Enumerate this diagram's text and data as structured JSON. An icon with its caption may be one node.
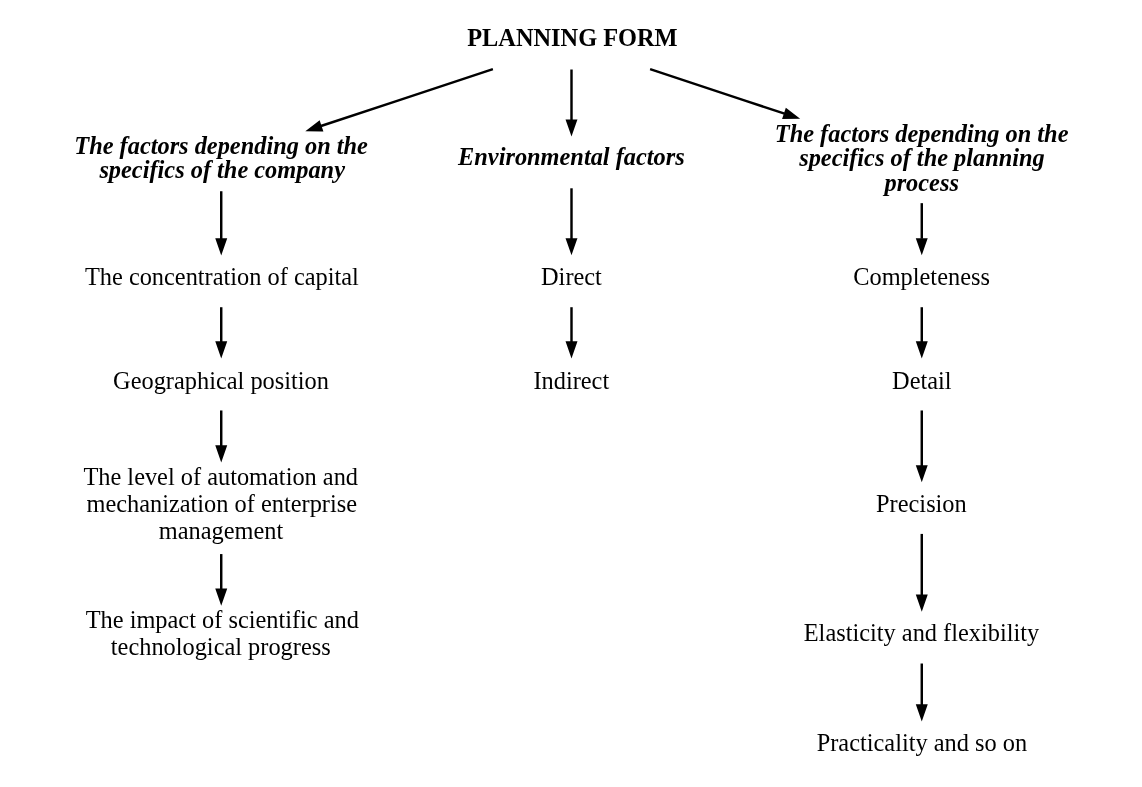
{
  "diagram": {
    "nodes": [
      {
        "text": [
          "PLANNING FORM"
        ]
      },
      {
        "text": [
          "The factors depending on the specifics of the company"
        ]
      },
      {
        "text": [
          "Environmental factors"
        ]
      },
      {
        "text": [
          "The factors depending on the specifics of the planning process"
        ]
      },
      {
        "text": [
          "The concentration of capital"
        ]
      },
      {
        "text": [
          "Geographical position"
        ]
      },
      {
        "text": [
          "The level of automation and mechanization of enterprise management"
        ]
      },
      {
        "text": [
          "The impact of scientific and technological progress"
        ]
      },
      {
        "text": [
          "Direct"
        ]
      },
      {
        "text": [
          "Indirect"
        ]
      },
      {
        "text": [
          "Completeness"
        ]
      },
      {
        "text": [
          "Detail"
        ]
      },
      {
        "text": [
          "Precision"
        ]
      },
      {
        "text": [
          "Elasticity and flexibility"
        ]
      },
      {
        "text": [
          "Practicality and so on"
        ]
      }
    ],
    "edges": [
      {
        "from": 0,
        "to": 1,
        "arrow": "to"
      },
      {
        "from": 0,
        "to": 2,
        "arrow": "to"
      },
      {
        "from": 0,
        "to": 3,
        "arrow": "to"
      },
      {
        "from": 1,
        "to": 4,
        "arrow": "to"
      },
      {
        "from": 4,
        "to": 5,
        "arrow": "to"
      },
      {
        "from": 5,
        "to": 6,
        "arrow": "to"
      },
      {
        "from": 6,
        "to": 7,
        "arrow": "to"
      },
      {
        "from": 2,
        "to": 8,
        "arrow": "to"
      },
      {
        "from": 8,
        "to": 9,
        "arrow": "to"
      },
      {
        "from": 3,
        "to": 10,
        "arrow": "to"
      },
      {
        "from": 10,
        "to": 11,
        "arrow": "to"
      },
      {
        "from": 11,
        "to": 12,
        "arrow": "to"
      },
      {
        "from": 12,
        "to": 13,
        "arrow": "to"
      },
      {
        "from": 13,
        "to": 14,
        "arrow": "to"
      }
    ]
  }
}
